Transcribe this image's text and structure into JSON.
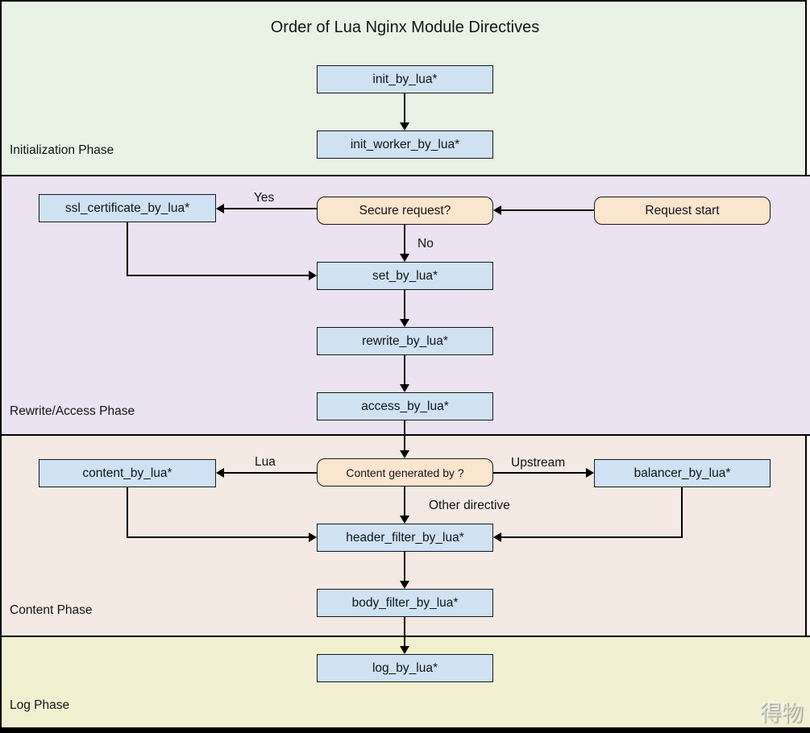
{
  "title": "Order of Lua Nginx Module Directives",
  "watermark": "得物",
  "colors": {
    "phase_initialization_bg": "#e8f3e5",
    "phase_rewrite_access_bg": "#ebe3f1",
    "phase_content_bg": "#f4e9e3",
    "phase_log_bg": "#f1f1d1",
    "process_node_fill": "#cfe2f3",
    "decision_node_fill": "#fce5cd",
    "stroke": "#000000"
  },
  "phases": {
    "initialization": {
      "label": "Initialization Phase"
    },
    "rewrite_access": {
      "label": "Rewrite/Access Phase"
    },
    "content": {
      "label": "Content Phase"
    },
    "log": {
      "label": "Log Phase"
    }
  },
  "nodes": {
    "init_by_lua": {
      "label": "init_by_lua*"
    },
    "init_worker_by_lua": {
      "label": "init_worker_by_lua*"
    },
    "ssl_certificate_by_lua": {
      "label": "ssl_certificate_by_lua*"
    },
    "secure_request": {
      "label": "Secure request?"
    },
    "request_start": {
      "label": "Request start"
    },
    "set_by_lua": {
      "label": "set_by_lua*"
    },
    "rewrite_by_lua": {
      "label": "rewrite_by_lua*"
    },
    "access_by_lua": {
      "label": "access_by_lua*"
    },
    "content_by_lua": {
      "label": "content_by_lua*"
    },
    "content_generated_by": {
      "label": "Content generated by ?"
    },
    "balancer_by_lua": {
      "label": "balancer_by_lua*"
    },
    "header_filter_by_lua": {
      "label": "header_filter_by_lua*"
    },
    "body_filter_by_lua": {
      "label": "body_filter_by_lua*"
    },
    "log_by_lua": {
      "label": "log_by_lua*"
    }
  },
  "edge_labels": {
    "yes": "Yes",
    "no": "No",
    "lua": "Lua",
    "upstream": "Upstream",
    "other_directive": "Other directive"
  }
}
